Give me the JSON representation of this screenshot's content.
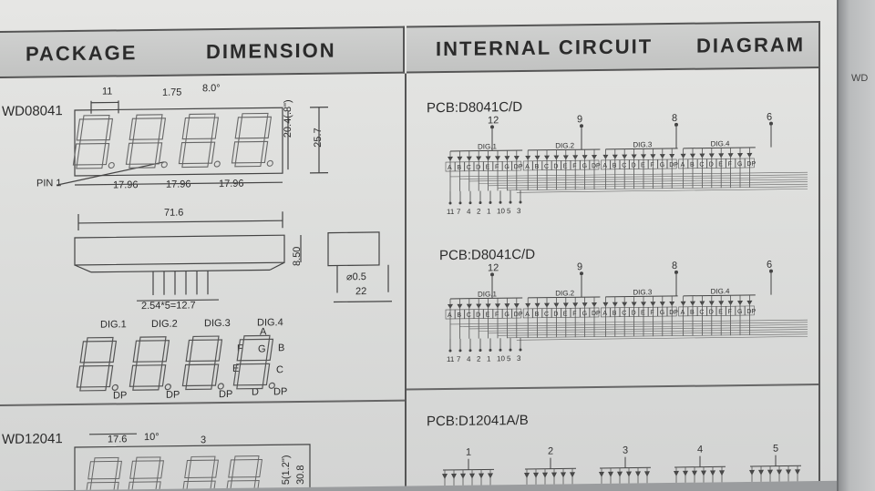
{
  "headers": {
    "package": "PACKAGE",
    "dimension": "DIMENSION",
    "internal": "INTERNAL CIRCUIT",
    "diagram": "DIAGRAM"
  },
  "models": {
    "first": "WD08041",
    "second": "WD12041"
  },
  "dims": {
    "d11": "11",
    "d175": "1.75",
    "d8deg": "8.0°",
    "pin1": "PIN 1",
    "pitch": [
      "17.96",
      "17.96",
      "17.96"
    ],
    "height_char": "20.4(.8\")",
    "height_total": "25.7",
    "width": "71.6",
    "depth": "8.50",
    "pin_spacing": "2.54*5=12.7",
    "pin_diam": "⌀0.5",
    "side_width": "22",
    "d176": "17.6",
    "d10deg": "10°",
    "d3": "3",
    "h12": "5(1.2\")",
    "h308": "30.8"
  },
  "digits": [
    "DIG.1",
    "DIG.2",
    "DIG.3",
    "DIG.4"
  ],
  "seg_letters": {
    "a": "A",
    "b": "B",
    "c": "C",
    "d": "D",
    "e": "E",
    "f": "F",
    "g": "G",
    "dp": "DP"
  },
  "pcb": {
    "p1": "PCB:D8041C/D",
    "p2": "PCB:D8041C/D",
    "p3": "PCB:D12041A/B"
  },
  "circuit": {
    "common_pins": [
      "12",
      "9",
      "8",
      "6"
    ],
    "segment_labels": [
      "A",
      "B",
      "C",
      "D",
      "E",
      "F",
      "G",
      "DP"
    ],
    "bottom_pins": [
      "11",
      "7",
      "4",
      "2",
      "1",
      "10",
      "5",
      "3"
    ],
    "bottom_digits": [
      "1",
      "2",
      "3",
      "4",
      "5"
    ]
  }
}
